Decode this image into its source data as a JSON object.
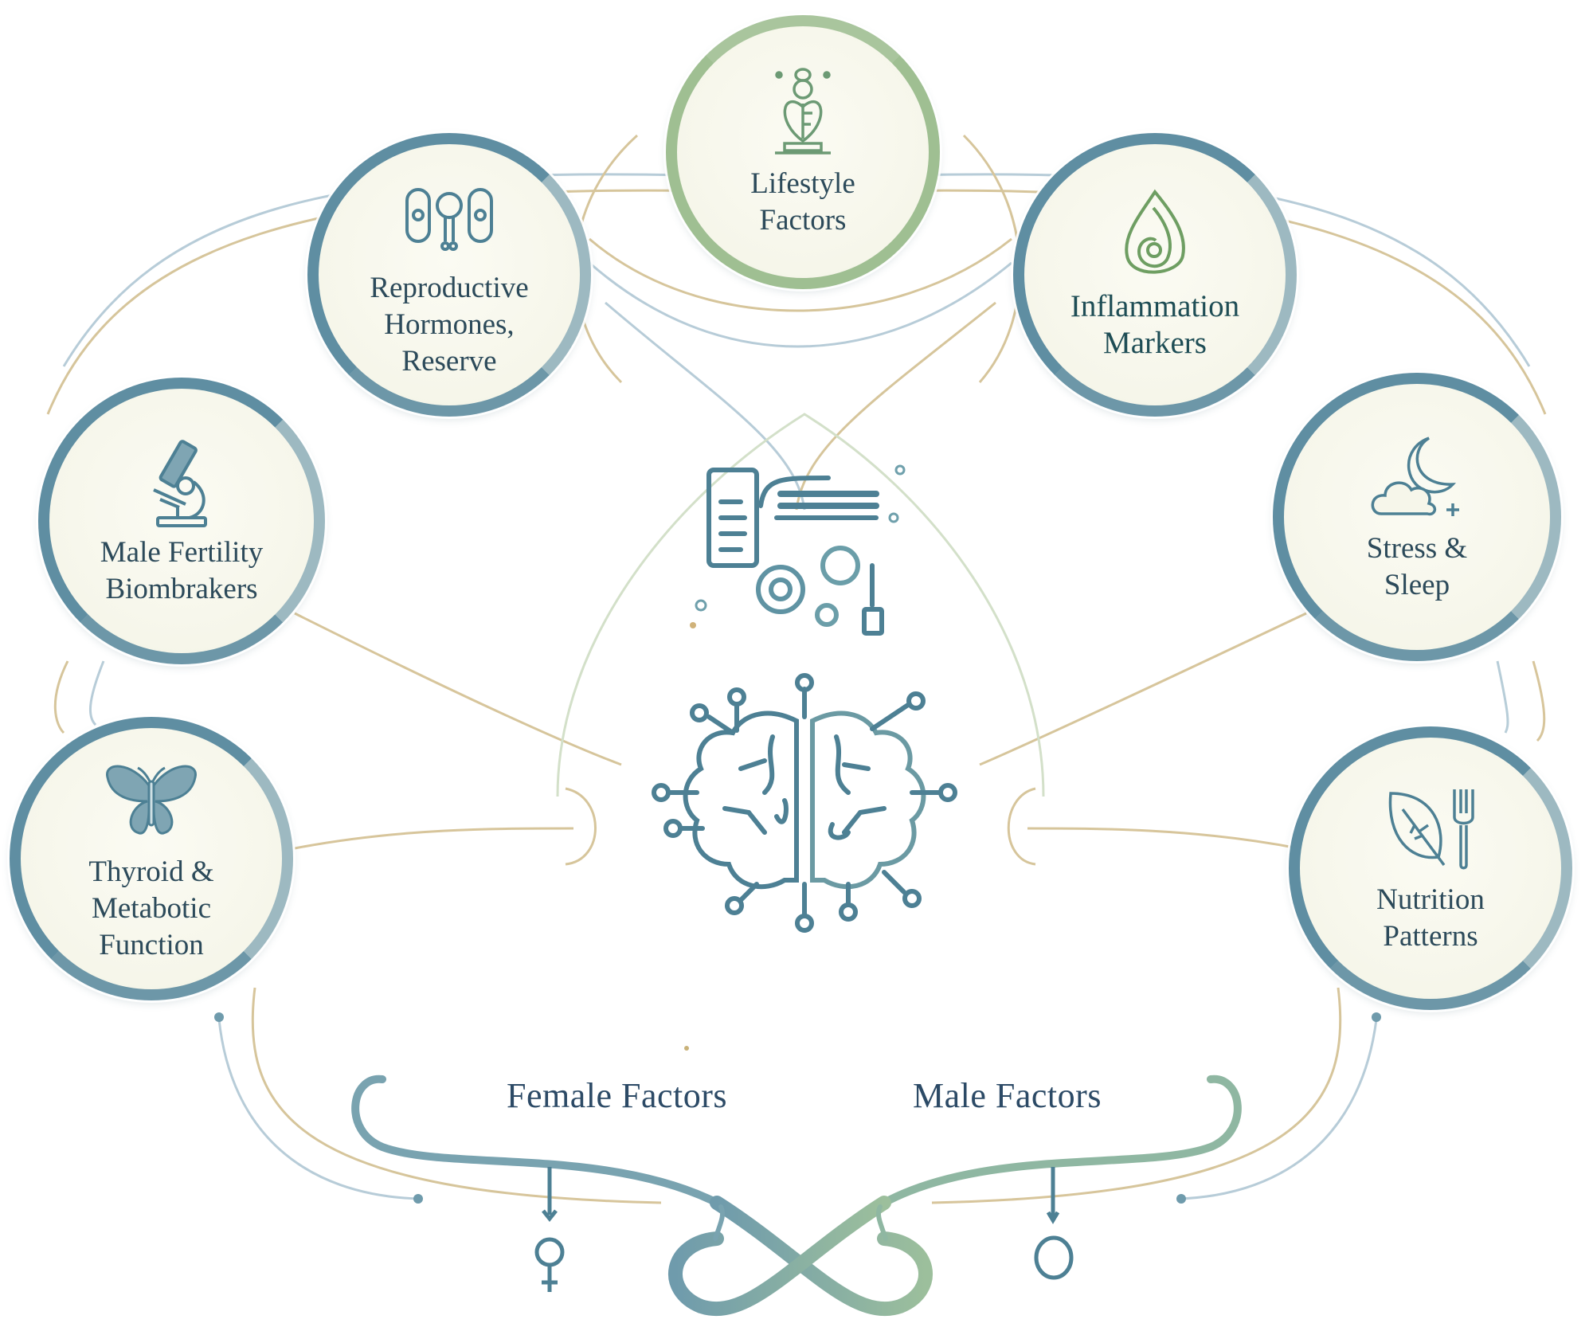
{
  "diagram": {
    "center": {
      "top_icon": "document-gears-icon",
      "bottom_icon": "brain-circuit-icon"
    },
    "nodes": [
      {
        "id": "lifestyle",
        "icon": "heart-leaf-figure-icon",
        "lines": [
          "Lifestyle",
          "Factors"
        ]
      },
      {
        "id": "reproductive",
        "icon": "ovary-uterus-icon",
        "lines": [
          "Reproductive",
          "Hormones,",
          "Reserve"
        ]
      },
      {
        "id": "inflammation",
        "icon": "flame-spiral-icon",
        "lines": [
          "Inflammation",
          "Markers"
        ]
      },
      {
        "id": "malefert",
        "icon": "microscope-icon",
        "lines": [
          "Male Fertility",
          "Biombrakers"
        ]
      },
      {
        "id": "stress",
        "icon": "cloud-moon-icon",
        "lines": [
          "Stress &",
          "Sleep"
        ]
      },
      {
        "id": "thyroid",
        "icon": "butterfly-icon",
        "lines": [
          "Thyroid &",
          "Metabotic",
          "Function"
        ]
      },
      {
        "id": "nutrition",
        "icon": "leaf-fork-icon",
        "lines": [
          "Nutrition",
          "Patterns"
        ]
      }
    ],
    "bottom": {
      "female_label": "Female Factors",
      "male_label": "Male Factors",
      "female_icon": "venus-symbol-icon",
      "male_icon": "male-circle-icon",
      "ornament_icon": "infinity-flourish-icon"
    },
    "colors": {
      "blue_ring": "#5f8ea2",
      "green_ring": "#9fbf92",
      "gold_line": "#c9b27a",
      "text": "#2c4a5a",
      "icon": "#4d8094"
    }
  }
}
